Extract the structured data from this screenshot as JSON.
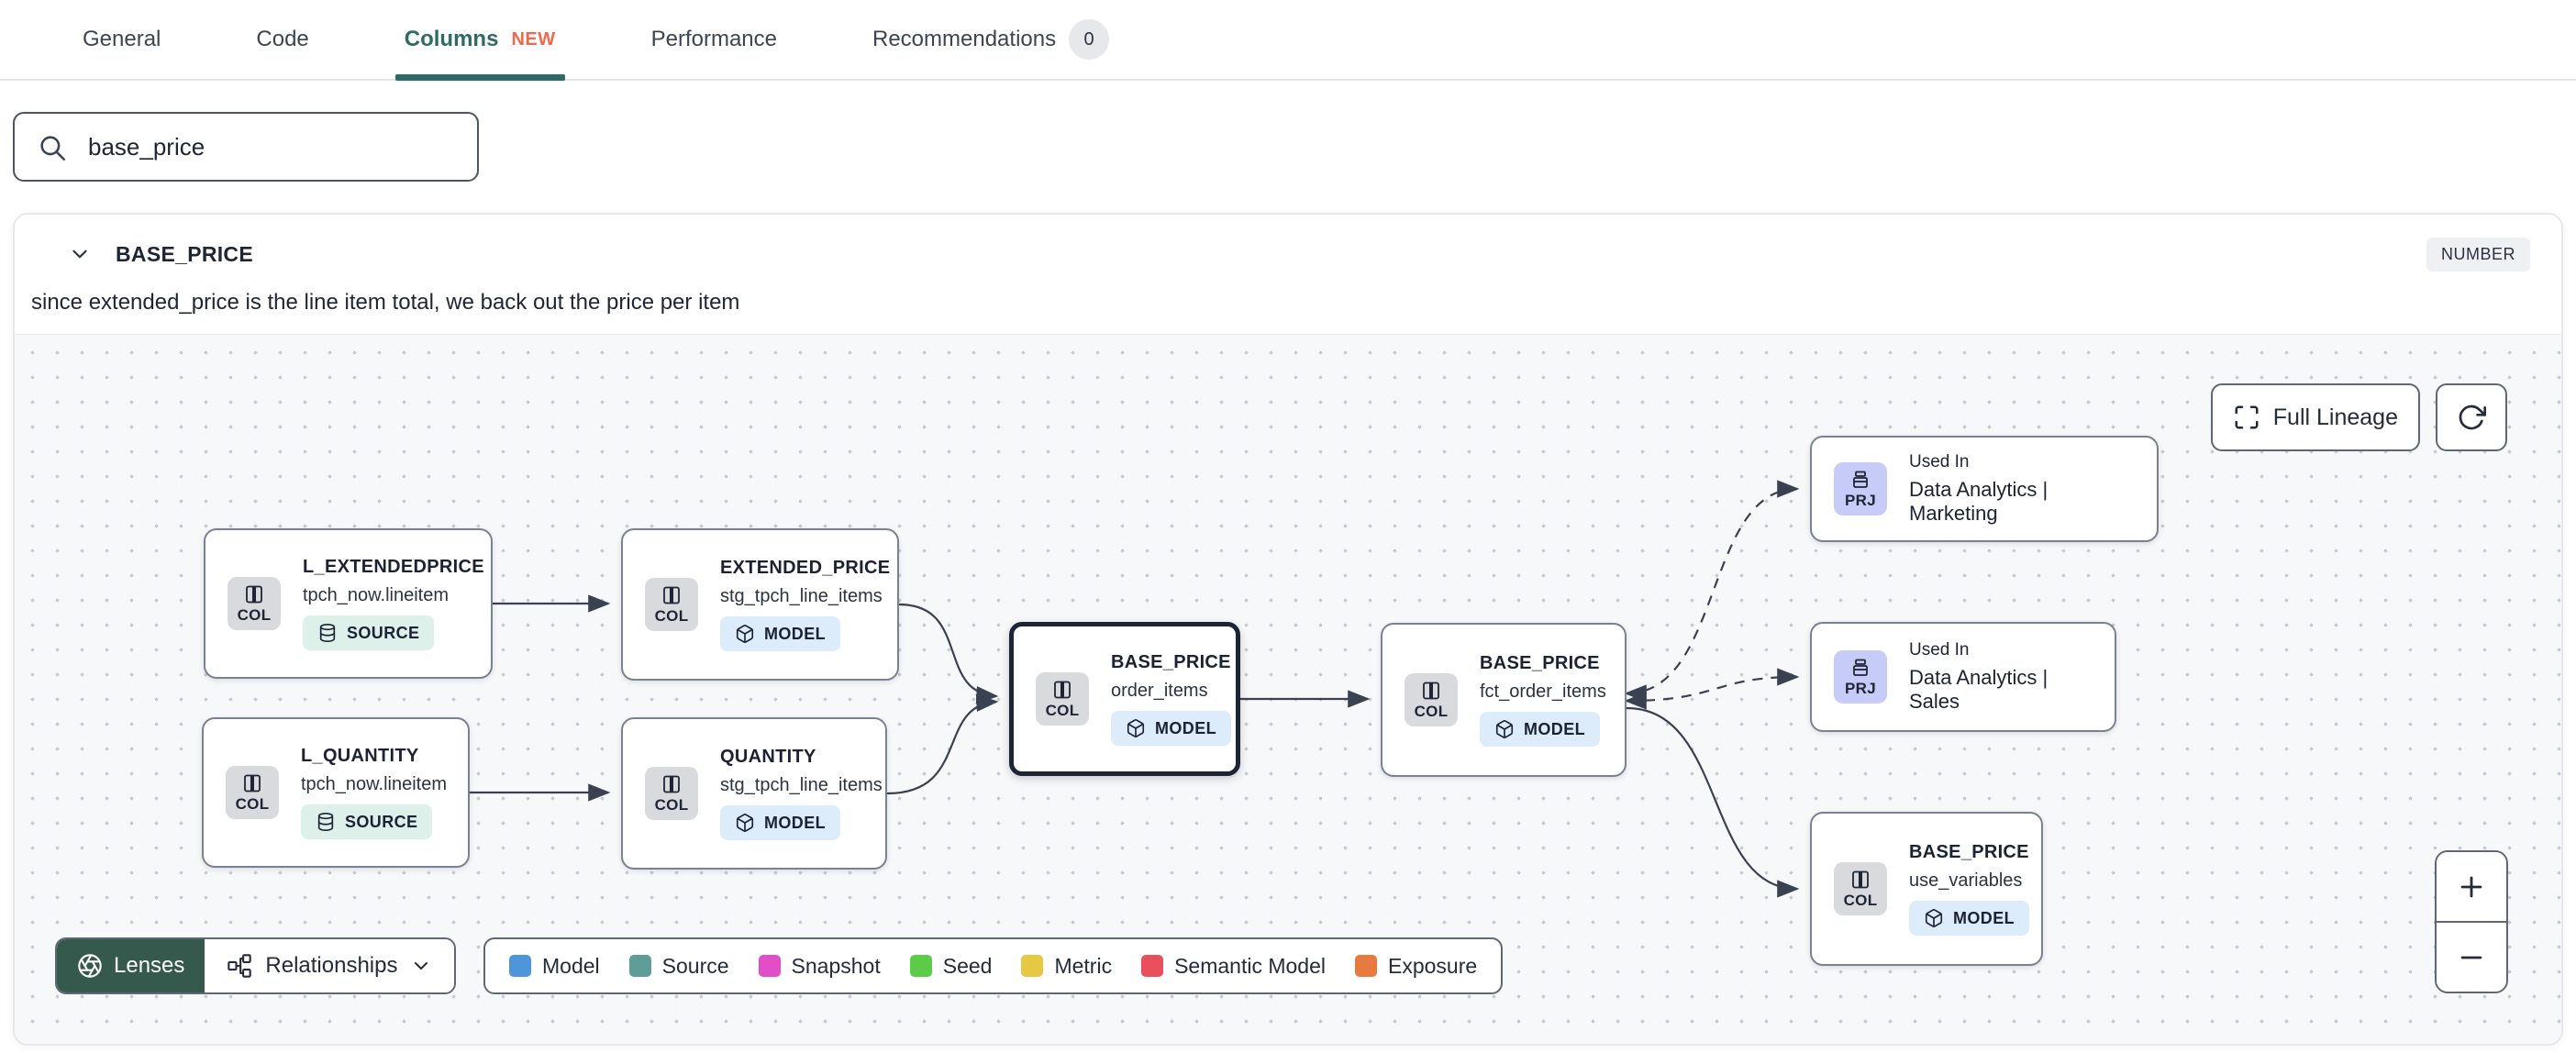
{
  "tabs": [
    {
      "label": "General"
    },
    {
      "label": "Code"
    },
    {
      "label": "Columns",
      "badge": "NEW",
      "active": true
    },
    {
      "label": "Performance"
    },
    {
      "label": "Recommendations",
      "count": "0"
    }
  ],
  "search": {
    "value": "base_price"
  },
  "column_panel": {
    "name": "BASE_PRICE",
    "type_badge": "NUMBER",
    "description": "since extended_price is the line item total, we back out the price per item"
  },
  "lineage": {
    "controls": {
      "full_lineage_label": "Full Lineage",
      "lenses_label": "Lenses",
      "relationships_label": "Relationships",
      "zoom_in": "+",
      "zoom_out": "−"
    },
    "nodes": [
      {
        "title": "L_EXTENDEDPRICE",
        "subtitle": "tpch_now.lineitem",
        "chip": "COL",
        "badge": "SOURCE"
      },
      {
        "title": "EXTENDED_PRICE",
        "subtitle": "stg_tpch_line_items",
        "chip": "COL",
        "badge": "MODEL"
      },
      {
        "title": "L_QUANTITY",
        "subtitle": "tpch_now.lineitem",
        "chip": "COL",
        "badge": "SOURCE"
      },
      {
        "title": "QUANTITY",
        "subtitle": "stg_tpch_line_items",
        "chip": "COL",
        "badge": "MODEL"
      },
      {
        "title": "BASE_PRICE",
        "subtitle": "order_items",
        "chip": "COL",
        "badge": "MODEL",
        "selected": true
      },
      {
        "title": "BASE_PRICE",
        "subtitle": "fct_order_items",
        "chip": "COL",
        "badge": "MODEL"
      },
      {
        "label": "Used In",
        "title": "Data Analytics | Marketing",
        "chip": "PRJ"
      },
      {
        "label": "Used In",
        "title": "Data Analytics | Sales",
        "chip": "PRJ"
      },
      {
        "title": "BASE_PRICE",
        "subtitle": "use_variables",
        "chip": "COL",
        "badge": "MODEL"
      }
    ],
    "legend": [
      {
        "label": "Model",
        "color": "#4e96d9"
      },
      {
        "label": "Source",
        "color": "#5f9e98"
      },
      {
        "label": "Snapshot",
        "color": "#e14ec7"
      },
      {
        "label": "Seed",
        "color": "#5ccb47"
      },
      {
        "label": "Metric",
        "color": "#e7c842"
      },
      {
        "label": "Semantic Model",
        "color": "#e8505b"
      },
      {
        "label": "Exposure",
        "color": "#e67a3f"
      }
    ]
  },
  "colors": {
    "accent_teal": "#2e6b68",
    "new_badge": "#f2694a",
    "lenses_bg": "#36594e",
    "model_badge_bg": "#ddecfb",
    "source_badge_bg": "#def0ea",
    "col_chip_bg": "#d8dade",
    "prj_chip_bg": "#c7cbf8",
    "edge": "#3a4150"
  }
}
